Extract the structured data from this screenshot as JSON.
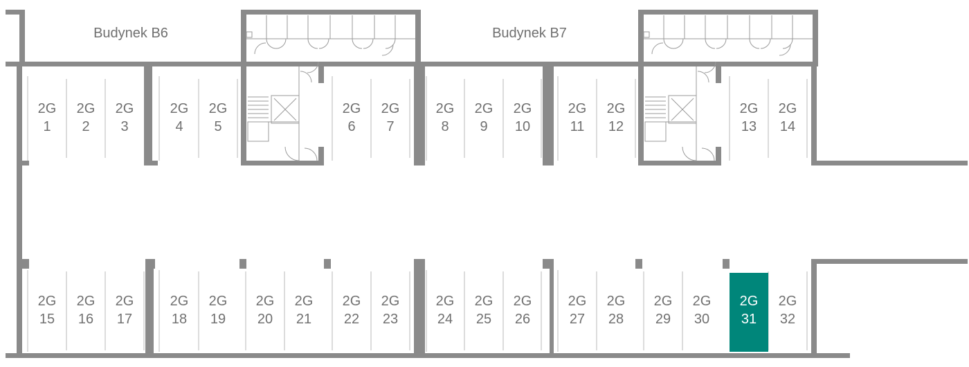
{
  "buildings": [
    {
      "id": "b6",
      "name": "Budynek B6"
    },
    {
      "id": "b7",
      "name": "Budynek B7"
    }
  ],
  "colors": {
    "wall": "#8a8a8a",
    "divider": "#b8b8b8",
    "text": "#707070",
    "selected_fill": "#00867a",
    "selected_text": "#ffffff"
  },
  "spots": [
    {
      "code": "2G",
      "number": "1"
    },
    {
      "code": "2G",
      "number": "2"
    },
    {
      "code": "2G",
      "number": "3"
    },
    {
      "code": "2G",
      "number": "4"
    },
    {
      "code": "2G",
      "number": "5"
    },
    {
      "code": "2G",
      "number": "6"
    },
    {
      "code": "2G",
      "number": "7"
    },
    {
      "code": "2G",
      "number": "8"
    },
    {
      "code": "2G",
      "number": "9"
    },
    {
      "code": "2G",
      "number": "10"
    },
    {
      "code": "2G",
      "number": "11"
    },
    {
      "code": "2G",
      "number": "12"
    },
    {
      "code": "2G",
      "number": "13"
    },
    {
      "code": "2G",
      "number": "14"
    },
    {
      "code": "2G",
      "number": "15"
    },
    {
      "code": "2G",
      "number": "16"
    },
    {
      "code": "2G",
      "number": "17"
    },
    {
      "code": "2G",
      "number": "18"
    },
    {
      "code": "2G",
      "number": "19"
    },
    {
      "code": "2G",
      "number": "20"
    },
    {
      "code": "2G",
      "number": "21"
    },
    {
      "code": "2G",
      "number": "22"
    },
    {
      "code": "2G",
      "number": "23"
    },
    {
      "code": "2G",
      "number": "24"
    },
    {
      "code": "2G",
      "number": "25"
    },
    {
      "code": "2G",
      "number": "26"
    },
    {
      "code": "2G",
      "number": "27"
    },
    {
      "code": "2G",
      "number": "28"
    },
    {
      "code": "2G",
      "number": "29"
    },
    {
      "code": "2G",
      "number": "30"
    },
    {
      "code": "2G",
      "number": "31",
      "selected": true
    },
    {
      "code": "2G",
      "number": "32"
    }
  ]
}
